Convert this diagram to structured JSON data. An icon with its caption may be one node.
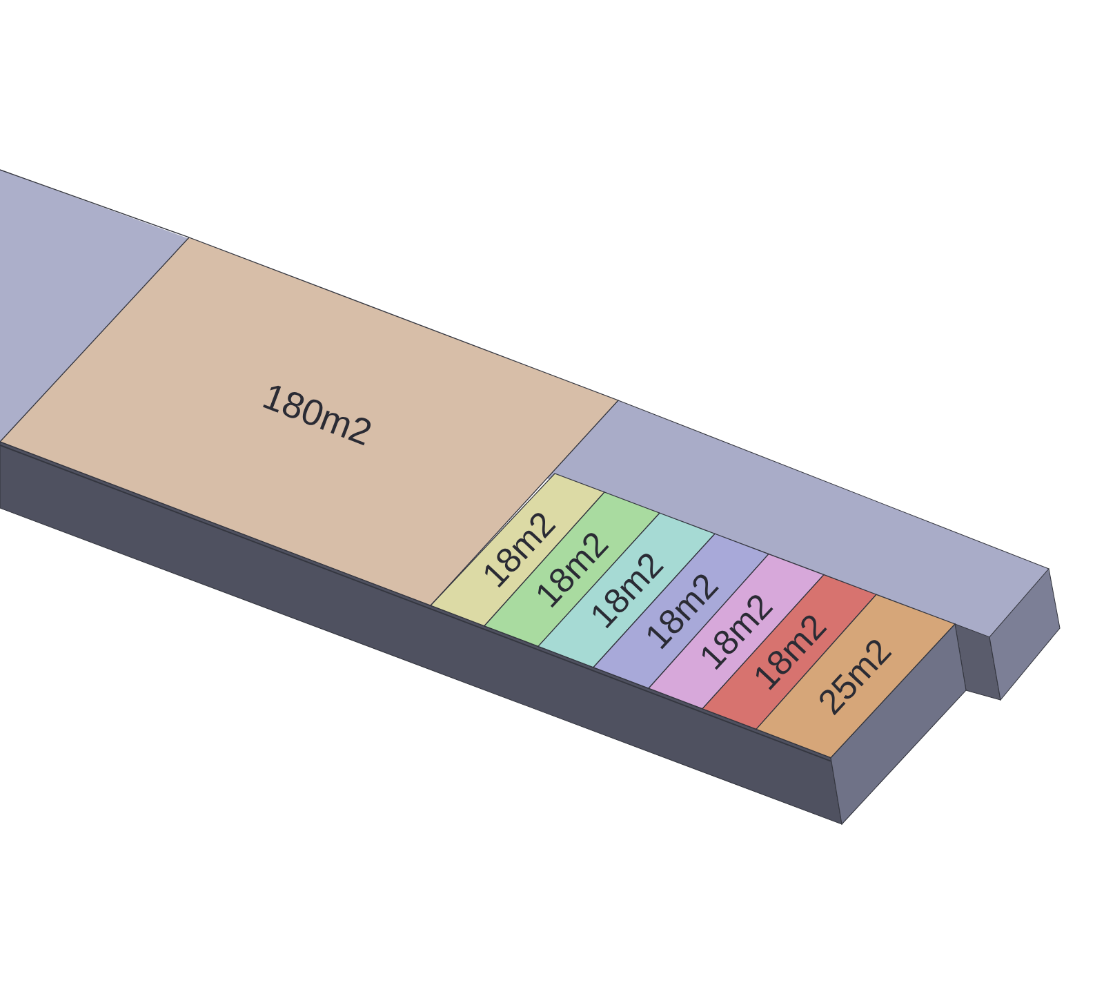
{
  "diagram": {
    "nodes": [
      {
        "text": [
          "180m2"
        ]
      },
      {
        "text": [
          "18m2"
        ]
      },
      {
        "text": [
          "18m2"
        ]
      },
      {
        "text": [
          "18m2"
        ]
      },
      {
        "text": [
          "18m2"
        ]
      },
      {
        "text": [
          "18m2"
        ]
      },
      {
        "text": [
          "18m2"
        ]
      },
      {
        "text": [
          "25m2"
        ]
      }
    ]
  }
}
